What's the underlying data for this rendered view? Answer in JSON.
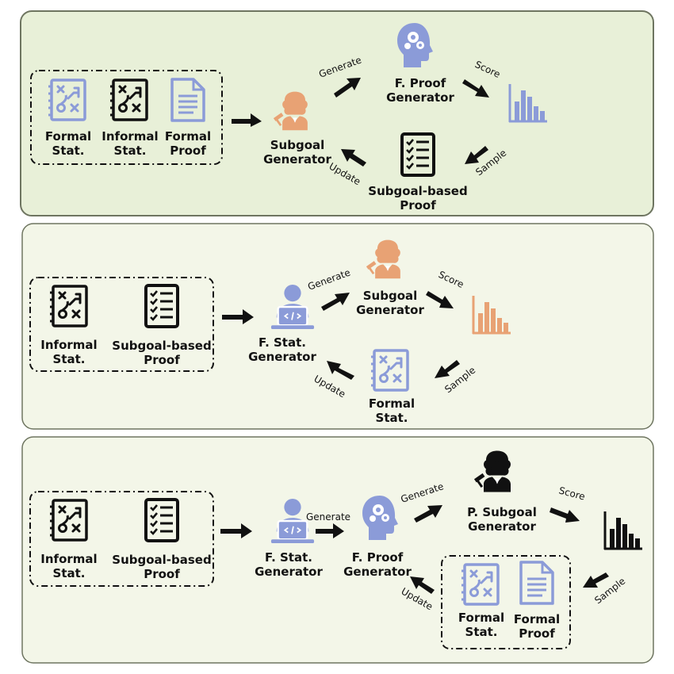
{
  "colors": {
    "panel1_fill": "#e8f0d8",
    "panel_fill": "#f3f6e8",
    "panel_stroke": "#6e7560",
    "blue": "#8b9bd8",
    "orange": "#e8a274",
    "black": "#111111"
  },
  "panel1": {
    "inputs": {
      "formal_stat": [
        "Formal",
        "Stat."
      ],
      "informal_stat": [
        "Informal",
        "Stat."
      ],
      "formal_proof": [
        "Formal",
        "Proof"
      ]
    },
    "subgoal_generator": [
      "Subgoal",
      "Generator"
    ],
    "f_proof_generator": [
      "F. Proof",
      "Generator"
    ],
    "subgoal_based_proof": [
      "Subgoal-based",
      "Proof"
    ],
    "arrows": {
      "generate": "Generate",
      "score": "Score",
      "sample": "Sample",
      "update": "Update"
    }
  },
  "panel2": {
    "inputs": {
      "informal_stat": [
        "Informal",
        "Stat."
      ],
      "subgoal_based_proof": [
        "Subgoal-based",
        "Proof"
      ]
    },
    "f_stat_generator": [
      "F. Stat.",
      "Generator"
    ],
    "subgoal_generator": [
      "Subgoal",
      "Generator"
    ],
    "formal_stat": [
      "Formal",
      "Stat."
    ],
    "arrows": {
      "generate": "Generate",
      "score": "Score",
      "sample": "Sample",
      "update": "Update"
    }
  },
  "panel3": {
    "inputs": {
      "informal_stat": [
        "Informal",
        "Stat."
      ],
      "subgoal_based_proof": [
        "Subgoal-based",
        "Proof"
      ]
    },
    "f_stat_generator": [
      "F. Stat.",
      "Generator"
    ],
    "f_proof_generator": [
      "F. Proof",
      "Generator"
    ],
    "p_subgoal_generator": [
      "P. Subgoal",
      "Generator"
    ],
    "outputs": {
      "formal_stat": [
        "Formal",
        "Stat."
      ],
      "formal_proof": [
        "Formal",
        "Proof"
      ]
    },
    "arrows": {
      "generate_1": "Generate",
      "generate_2": "Generate",
      "score": "Score",
      "sample": "Sample",
      "update": "Update"
    }
  }
}
